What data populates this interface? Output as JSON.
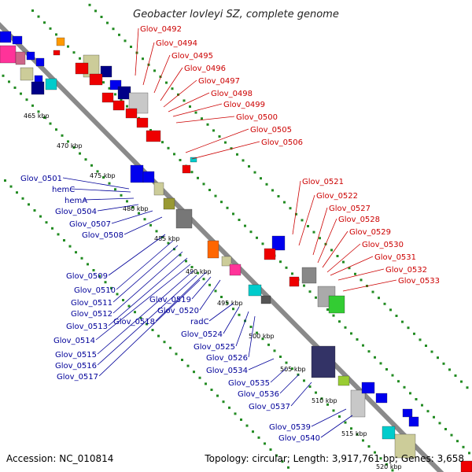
{
  "title": "Geobacter lovleyi SZ, complete genome",
  "footer": {
    "accession": "Accession: NC_010814",
    "summary": "Topology: circular; Length: 3,917,761 bp; Genes: 3,658"
  },
  "colors": {
    "backbone": "#8a8a8a",
    "forward_label": "#cc0000",
    "reverse_label": "#000099",
    "forward_gene": "#ee0000",
    "reverse_gene": "#0000ee",
    "gc_dots": "#228b22"
  },
  "ticks": [
    "465 kbp",
    "470 kbp",
    "475 kbp",
    "480 kbp",
    "485 kbp",
    "490 kbp",
    "495 kbp",
    "500 kbp",
    "505 kbp",
    "510 kbp",
    "515 kbp",
    "520 kbp"
  ],
  "forward_labels": [
    "Glov_0492",
    "Glov_0494",
    "Glov_0495",
    "Glov_0496",
    "Glov_0497",
    "Glov_0498",
    "Glov_0499",
    "Glov_0500",
    "Glov_0505",
    "Glov_0506",
    "Glov_0521",
    "Glov_0522",
    "Glov_0527",
    "Glov_0528",
    "Glov_0529",
    "Glov_0530",
    "Glov_0531",
    "Glov_0532",
    "Glov_0533"
  ],
  "reverse_labels": [
    "Glov_0501",
    "hemC",
    "hemA",
    "Glov_0504",
    "Glov_0507",
    "Glov_0508",
    "Glov_0509",
    "Glov_0510",
    "Glov_0511",
    "Glov_0512",
    "Glov_0513",
    "Glov_0514",
    "Glov_0515",
    "Glov_0516",
    "Glov_0517",
    "Glov_0518",
    "Glov_0519",
    "Glov_0520",
    "radC",
    "Glov_0524",
    "Glov_0525",
    "Glov_0526",
    "Glov_0534",
    "Glov_0535",
    "Glov_0536",
    "Glov_0537",
    "Glov_0539",
    "Glov_0540"
  ]
}
